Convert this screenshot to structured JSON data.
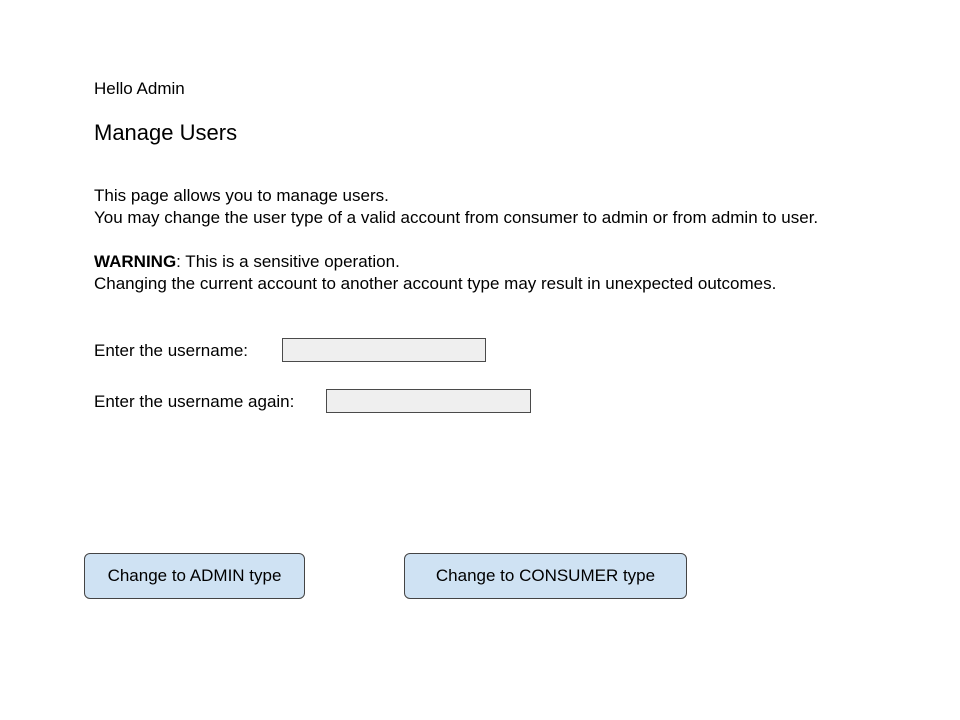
{
  "header": {
    "greeting": "Hello Admin",
    "title": "Manage Users"
  },
  "description": {
    "line1": "This page allows you to manage users.",
    "line2": "You may change the user type of  a valid account from consumer to admin or from admin to user."
  },
  "warning": {
    "label": "WARNING",
    "line1_rest": ": This is a sensitive operation.",
    "line2": "Changing the current account to another account type may result in unexpected outcomes."
  },
  "form": {
    "username_label": "Enter the username:",
    "username_value": "",
    "username_again_label": "Enter the username again:",
    "username_again_value": ""
  },
  "actions": {
    "admin_button": "Change to ADMIN type",
    "consumer_button": "Change to CONSUMER type"
  },
  "colors": {
    "button_bg": "#cfe2f3",
    "input_bg": "#efefef"
  }
}
